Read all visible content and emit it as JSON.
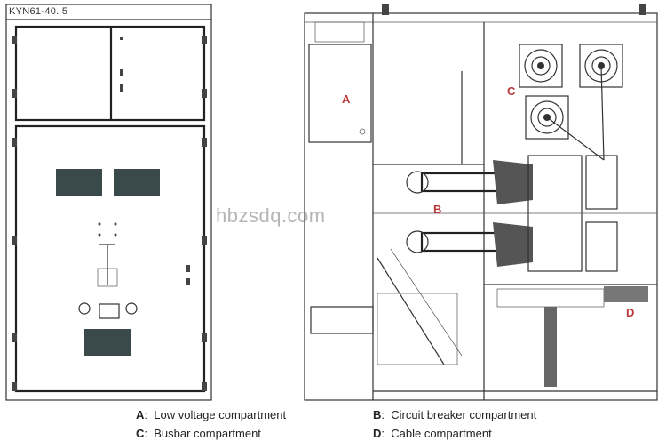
{
  "front_view": {
    "model": "KYN61-40. 5"
  },
  "side_view": {
    "labels": {
      "a": "A",
      "b": "B",
      "c": "C",
      "d": "D"
    }
  },
  "watermark": "hbzsdq.com",
  "legend": [
    {
      "key": "A",
      "sep": ":",
      "text": "Low voltage compartment"
    },
    {
      "key": "B",
      "sep": ":",
      "text": "Circuit breaker compartment"
    },
    {
      "key": "C",
      "sep": ":",
      "text": "Busbar compartment"
    },
    {
      "key": "D",
      "sep": ":",
      "text": "Cable compartment"
    }
  ],
  "colors": {
    "label": "#b83a3a",
    "line": "#333333",
    "window": "#3a4a4a"
  }
}
